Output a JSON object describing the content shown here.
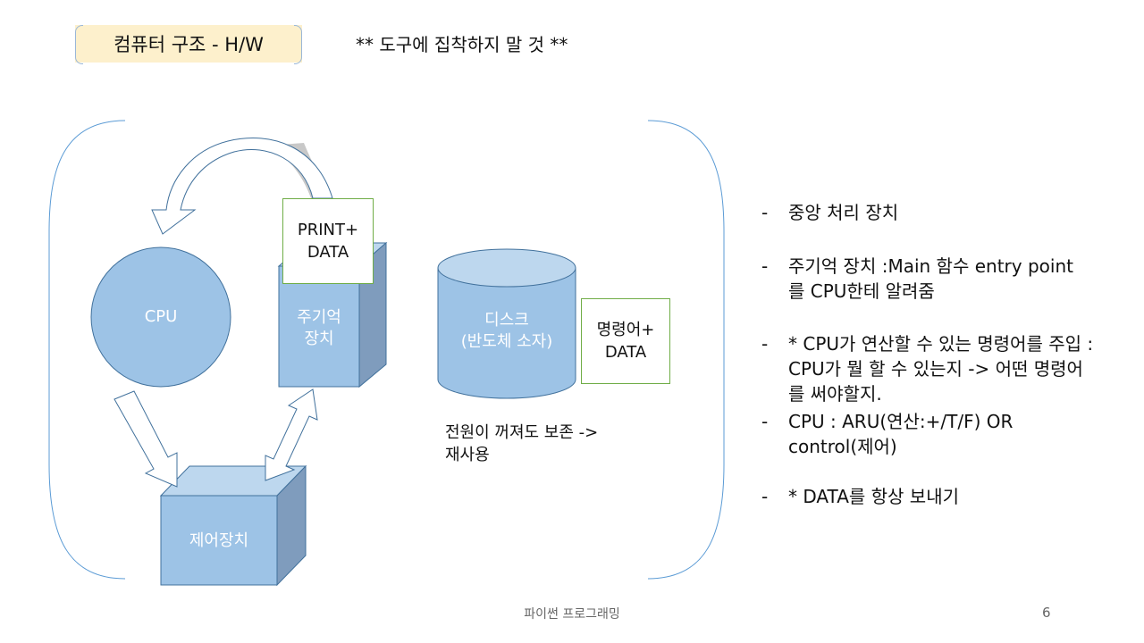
{
  "slide": {
    "title": "컴퓨터 구조 - H/W",
    "subtitle": "** 도구에 집착하지 말 것 **",
    "footer": "파이썬 프로그래밍",
    "page_number": "6"
  },
  "diagram": {
    "cpu_label": "CPU",
    "memory_label_line1": "주기억",
    "memory_label_line2": "장치",
    "control_label": "제어장치",
    "print_note_line1": "PRINT+",
    "print_note_line2": "DATA",
    "disk_label_line1": "디스크",
    "disk_label_line2": "(반도체 소자)",
    "disk_note_line1": "명령어+",
    "disk_note_line2": "DATA",
    "disk_caption_line1": "전원이 꺼져도 보존 ->",
    "disk_caption_line2": "재사용"
  },
  "bullets": [
    {
      "dash": "-",
      "lines": [
        "중앙 처리 장치"
      ]
    },
    {
      "dash": "-",
      "lines": [
        "주기억 장치 :Main 함수 entry point",
        "를 CPU한테 알려줌"
      ]
    },
    {
      "dash": "-",
      "lines": [
        "* CPU가 연산할 수 있는 명령어를 주입 :",
        "CPU가 뭘 할 수 있는지 -> 어떤 명령어",
        "를 써야할지."
      ]
    },
    {
      "dash": "-",
      "lines": [
        "CPU : ARU(연산:+/T/F) OR",
        "control(제어)"
      ]
    },
    {
      "dash": "-",
      "lines": [
        "* DATA를 항상 보내기"
      ]
    }
  ],
  "colors": {
    "shape_fill": "#9dc3e6",
    "shape_top": "#bdd7ee",
    "shape_side": "#7f9cbd",
    "shape_stroke": "#41719c",
    "title_bg": "#fdf0cc",
    "note_border": "#70ad47"
  }
}
